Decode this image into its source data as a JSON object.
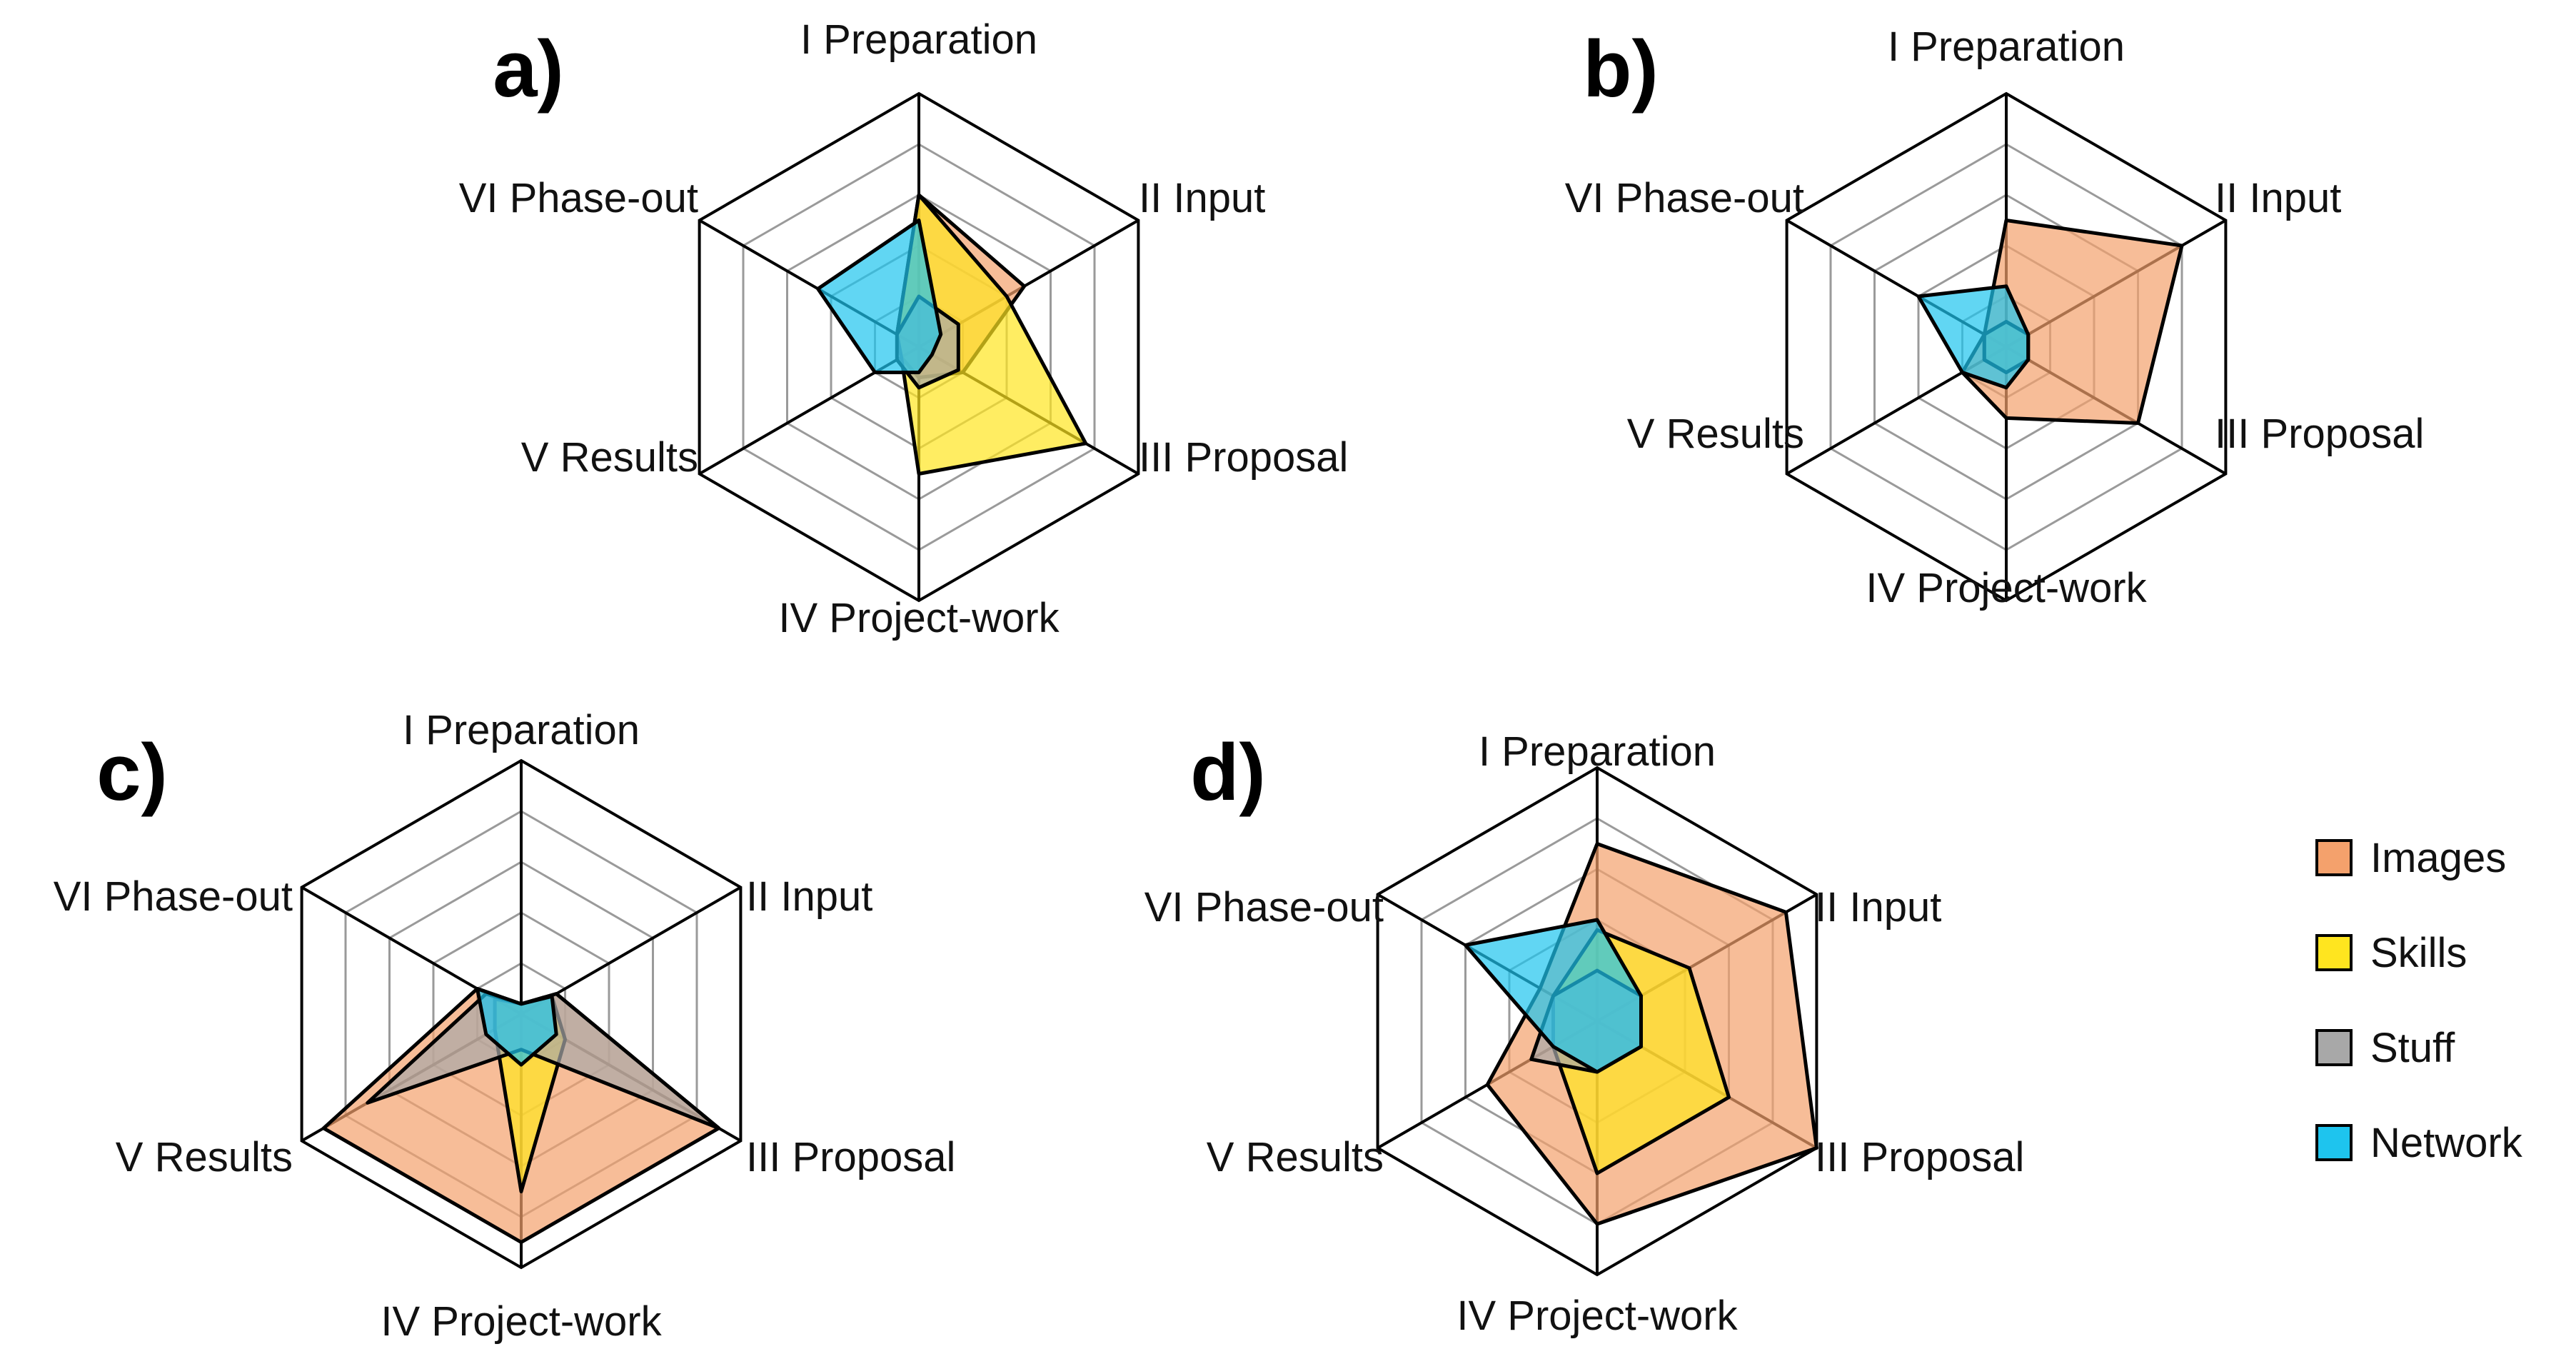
{
  "chart_data": {
    "type": "radar",
    "axes": [
      "I Preparation",
      "II Input",
      "III Proposal",
      "IV Project-work",
      "V Results",
      "VI Phase-out"
    ],
    "rmax": 5,
    "grid_levels": 5,
    "legend": {
      "placement": "right",
      "items": [
        {
          "name": "Images",
          "color": "#F4A16C"
        },
        {
          "name": "Skills",
          "color": "#FFE51F"
        },
        {
          "name": "Stuff",
          "color": "#A8A8A8"
        },
        {
          "name": "Network",
          "color": "#1EC4EE"
        }
      ]
    },
    "panels": [
      {
        "label": "a)",
        "series": [
          {
            "name": "Images",
            "values": [
              3.0,
              2.4,
              1.0,
              0.6,
              0.4,
              0.5
            ]
          },
          {
            "name": "Skills",
            "values": [
              3.0,
              2.0,
              3.8,
              2.5,
              0.4,
              0.5
            ]
          },
          {
            "name": "Stuff",
            "values": [
              1.0,
              0.9,
              0.9,
              0.8,
              0.5,
              0.5
            ]
          },
          {
            "name": "Network",
            "values": [
              2.5,
              0.5,
              0.3,
              0.5,
              1.0,
              2.3
            ]
          }
        ]
      },
      {
        "label": "b)",
        "series": [
          {
            "name": "Images",
            "values": [
              2.5,
              4.0,
              3.0,
              1.4,
              1.0,
              0.5
            ]
          },
          {
            "name": "Skills",
            "values": [
              0.5,
              0.5,
              0.5,
              0.5,
              0.5,
              0.5
            ]
          },
          {
            "name": "Stuff",
            "values": [
              0.5,
              0.5,
              0.5,
              0.5,
              0.5,
              0.5
            ]
          },
          {
            "name": "Network",
            "values": [
              1.2,
              0.5,
              0.5,
              0.8,
              1.0,
              2.0
            ]
          }
        ]
      },
      {
        "label": "c)",
        "series": [
          {
            "name": "Images",
            "values": [
              0.2,
              0.8,
              4.5,
              4.5,
              4.5,
              1.0
            ]
          },
          {
            "name": "Skills",
            "values": [
              0.2,
              0.7,
              1.0,
              3.5,
              0.6,
              0.6
            ]
          },
          {
            "name": "Stuff",
            "values": [
              0.2,
              0.8,
              4.5,
              0.7,
              3.5,
              0.8
            ]
          },
          {
            "name": "Network",
            "values": [
              0.2,
              0.7,
              0.8,
              1.0,
              0.8,
              1.0
            ]
          }
        ]
      },
      {
        "label": "d)",
        "series": [
          {
            "name": "Images",
            "values": [
              3.5,
              4.3,
              5.0,
              4.0,
              2.5,
              1.3
            ]
          },
          {
            "name": "Skills",
            "values": [
              1.8,
              2.1,
              3.0,
              3.0,
              1.0,
              1.0
            ]
          },
          {
            "name": "Stuff",
            "values": [
              1.0,
              1.0,
              1.0,
              1.0,
              1.5,
              1.0
            ]
          },
          {
            "name": "Network",
            "values": [
              2.0,
              1.0,
              1.0,
              1.0,
              1.0,
              3.0
            ]
          }
        ]
      }
    ]
  }
}
